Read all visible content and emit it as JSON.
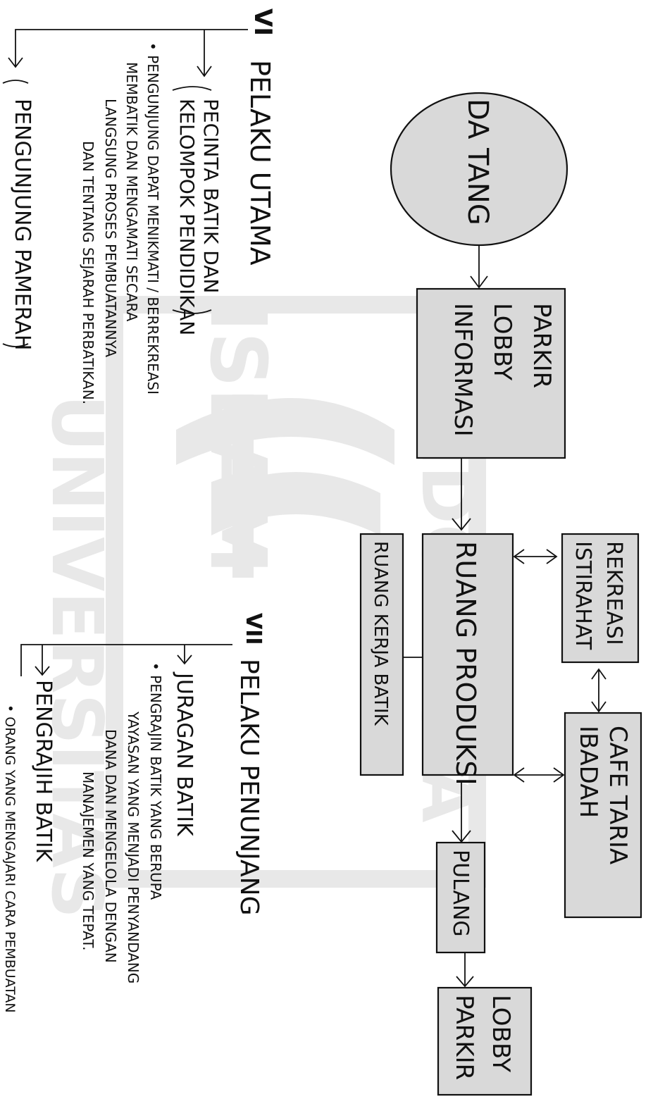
{
  "nodes": {
    "datang": "DA TANG",
    "parkir_lobby_info": [
      "PARKIR",
      "LOBBY",
      "INFORMASI"
    ],
    "rekreasi_istirahat": [
      "REKREASI",
      "ISTIRAHAT"
    ],
    "ruang_produksi": "RUANG PRODUKSI",
    "ruang_kerja_batik": "RUANG KERJA BATIK",
    "cafe_ibadah": [
      "CAFE TARIA",
      "IBADAH"
    ],
    "pulang": "PULANG",
    "lobby_parkir": [
      "LOBBY",
      "PARKIR"
    ]
  },
  "section_utama": {
    "numeral": "VI",
    "title": "PELAKU UTAMA",
    "group1": [
      "PECINTA BATIK DAN",
      "KELOMPOK PENDIDIKAN"
    ],
    "desc": [
      "• PENGUNJUNG DAPAT MENIKMATI / BERREKREASI",
      "MEMBATIK DAN MENGAMATI SECARA",
      "LANGSUNG PROSES PEMBUATANNYA",
      "DAN TENTANG SEJARAH PERBATIKAN."
    ],
    "group2": "PENGUNJUNG PAMERAH"
  },
  "section_penunjang": {
    "numeral": "VII",
    "title": "PELAKU PENUNJANG",
    "juragan": "JURAGAN BATIK",
    "juragan_desc": [
      "• PENGRAJIN BATIK YANG BERUPA",
      "YAYASAN YANG MENJADI PENYANDANG",
      "DANA DAN MENGELOLA DENGAN",
      "MANAJEMEN YANG TEPAT."
    ],
    "pengrajin": "PENGRAJIH BATIK",
    "pengrajin_desc": "• ORANG YANG MENGAJARI CARA PEMBUATAN"
  },
  "watermark": {
    "top": "ISLAM",
    "left": "UNIVERSITAS",
    "right": "INDONESIA"
  }
}
